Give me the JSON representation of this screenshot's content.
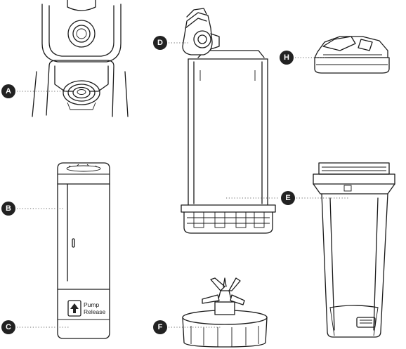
{
  "callouts": {
    "a": "A",
    "b": "B",
    "c": "C",
    "d": "D",
    "e": "E",
    "f": "F",
    "h": "H"
  },
  "device_button": {
    "line1": "Pump",
    "line2": "Release"
  }
}
